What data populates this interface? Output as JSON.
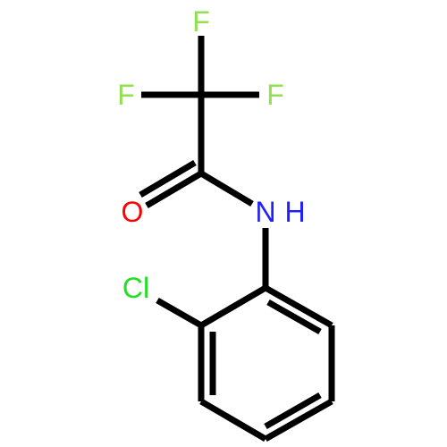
{
  "atoms": {
    "f_top": {
      "label": "F",
      "color": "#90e050"
    },
    "f_left": {
      "label": "F",
      "color": "#90e050"
    },
    "f_right": {
      "label": "F",
      "color": "#90e050"
    },
    "o": {
      "label": "O",
      "color": "#ff0000"
    },
    "n": {
      "label": "N",
      "color": "#2020ff"
    },
    "h": {
      "label": "H",
      "color": "#2020ff"
    },
    "cl": {
      "label": "Cl",
      "color": "#20e020"
    }
  },
  "bond_color": "#000000"
}
